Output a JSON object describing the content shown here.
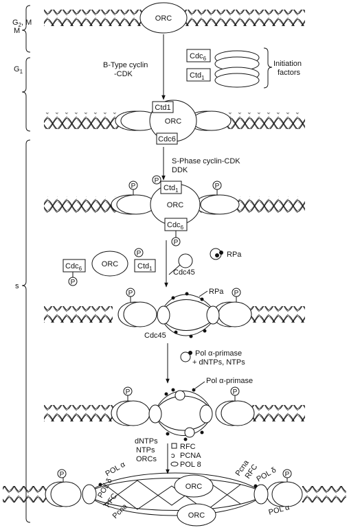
{
  "phases": {
    "g2m_main": "G",
    "g2m_sub": "2",
    "g2m_suffix": ", M",
    "g1_main": "G",
    "g1_sub": "1",
    "s": "s"
  },
  "labels": {
    "orc": "ORC",
    "cdc6_main": "Cdc",
    "cdc6_sub": "6",
    "ctd1_main": "Ctd",
    "ctd1_sub": "1",
    "ctd1_plain": "Ctd1",
    "cdc6_plain": "Cdc6",
    "initiation_factors_line1": "Initiation",
    "initiation_factors_line2": "factors",
    "b_type_line1": "B-Type cyclin",
    "b_type_line2": "-CDK",
    "s_phase_line1": "S-Phase cyclin-CDK",
    "s_phase_line2": "DDK",
    "p": "P",
    "rpa": "RPa",
    "cdc45": "Cdc45",
    "pol_alpha_primase": "Pol α-primase",
    "dntps_ntps": "+ dNTPs, NTPs",
    "dntps": "dNTPs",
    "ntps": "NTPs",
    "orcs": "ORCs",
    "rfc": "RFC",
    "pcna": "PCNA",
    "pol_8": "POL 8",
    "pol_alpha": "POL α",
    "pol_delta": "POL δ",
    "rfc_fork": "RFC",
    "pcna_fork": "Pcna",
    "pfc": "PFC"
  }
}
